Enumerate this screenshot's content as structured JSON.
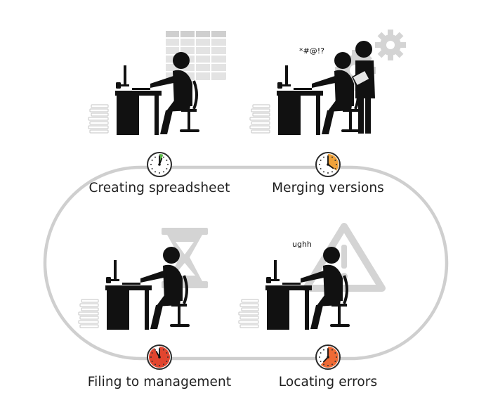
{
  "diagram": {
    "colors": {
      "loop": "#cfcfcf",
      "figure": "#111111",
      "background_prop": "#d4d4d4",
      "clock_green": "#5bb54a",
      "clock_orange": "#f0a23a",
      "clock_red_orange": "#ee6a35",
      "clock_red": "#e2452f"
    },
    "stages": [
      {
        "label": "Creating spreadsheet",
        "clock_color": "clock_green",
        "clock_fill_fraction": 0.06,
        "background": "spreadsheet-grid"
      },
      {
        "label": "Merging versions",
        "clock_color": "clock_orange",
        "clock_fill_fraction": 0.35,
        "background": "gears",
        "speech": "*#@!?"
      },
      {
        "label": "Filing to management",
        "clock_color": "clock_red",
        "clock_fill_fraction": 0.92,
        "background": "hourglass"
      },
      {
        "label": "Locating errors",
        "clock_color": "clock_red_orange",
        "clock_fill_fraction": 0.62,
        "background": "warning-triangle",
        "speech": "ughh"
      }
    ]
  }
}
